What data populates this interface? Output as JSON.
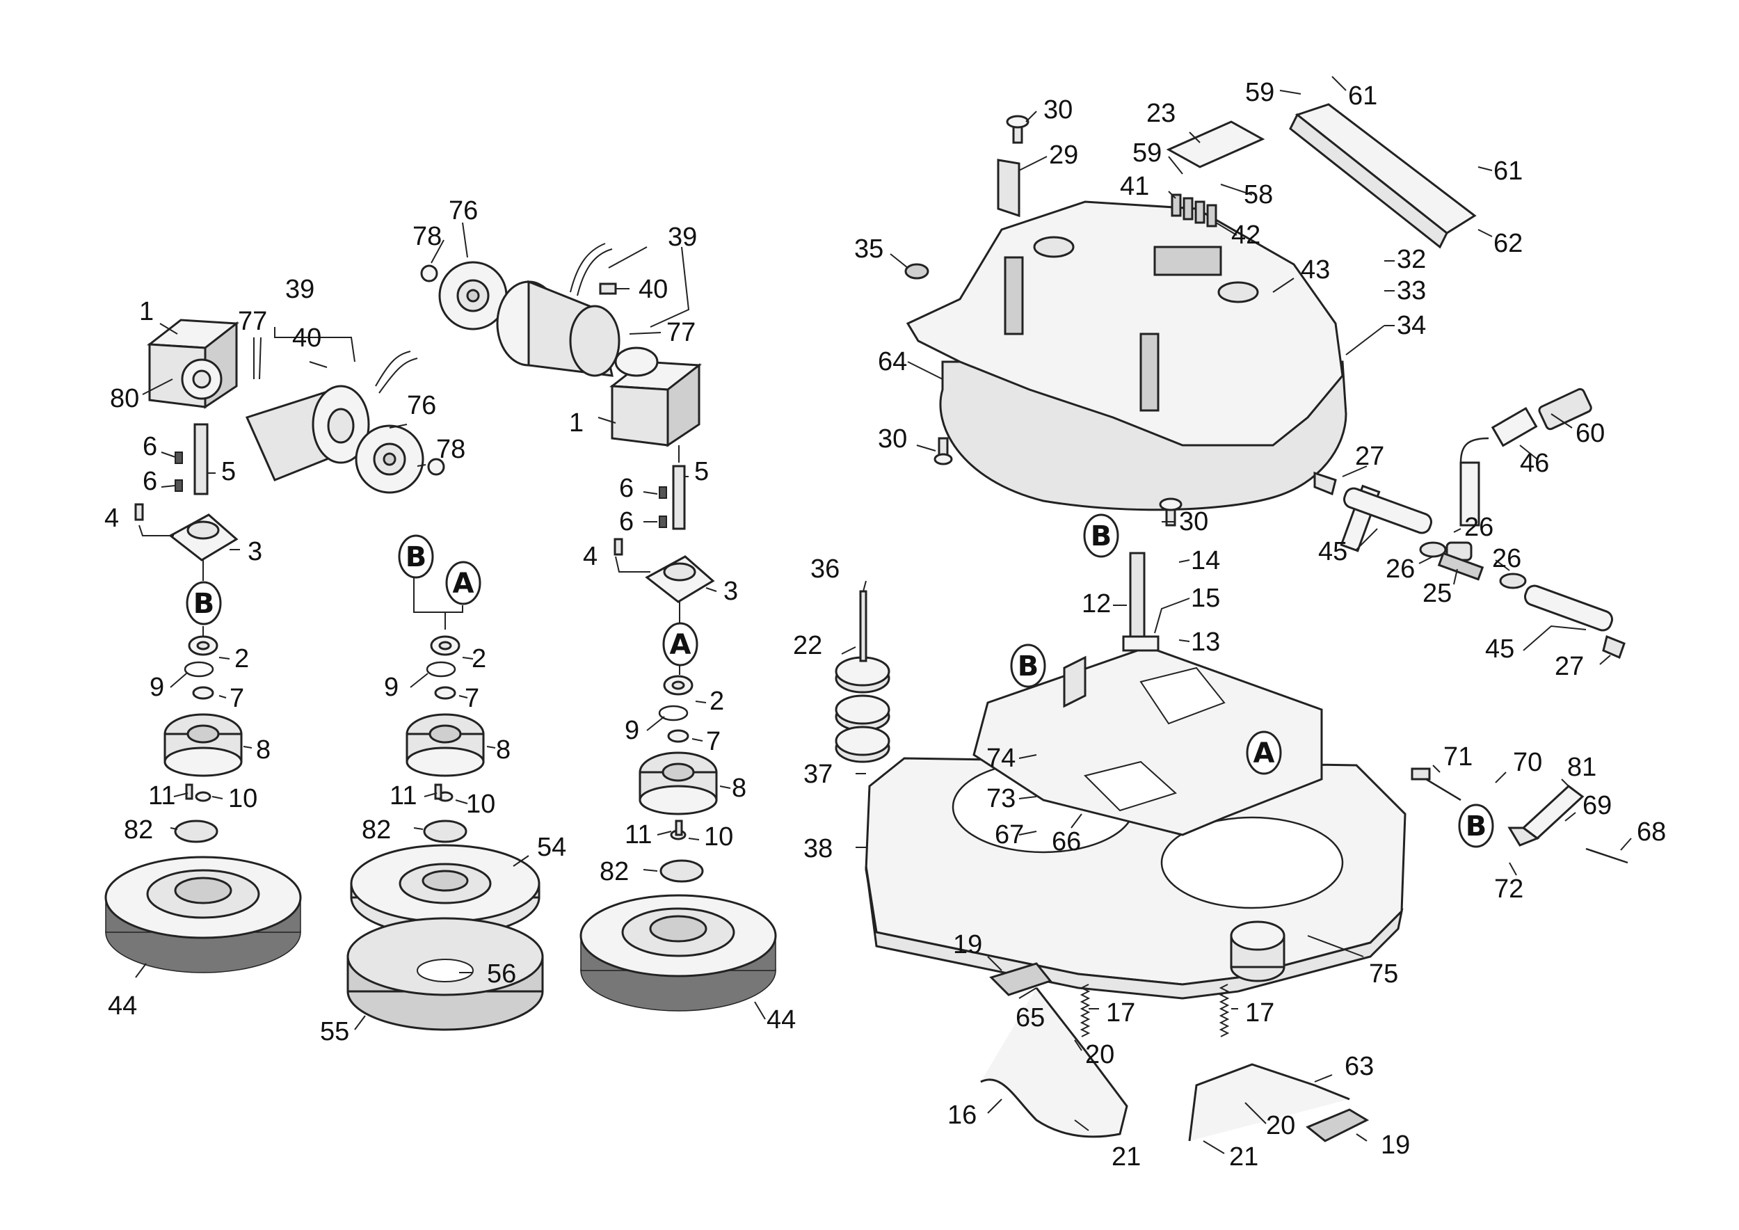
{
  "labels": {
    "l1a": "1",
    "l80": "80",
    "l77a": "77",
    "l39a": "39",
    "l40a": "40",
    "l76a": "76",
    "l78a": "78",
    "l6a": "6",
    "l5a": "5",
    "l6b": "6",
    "l4a": "4",
    "l3a": "3",
    "l2a": "2",
    "l9a": "9",
    "l7a": "7",
    "l8a": "8",
    "l11a": "11",
    "l10a": "10",
    "l82a": "82",
    "l44a": "44",
    "l78b": "78",
    "l76b": "76",
    "l39b": "39",
    "l40b": "40",
    "l77b": "77",
    "l1b": "1",
    "l5b": "5",
    "l6c": "6",
    "l6d": "6",
    "l4b": "4",
    "l3b": "3",
    "l2b": "2",
    "l9b": "9",
    "l7b": "7",
    "l8b": "8",
    "l11b": "11",
    "l10b": "10",
    "l82b": "82",
    "l44b": "44",
    "l2c": "2",
    "l9c": "9",
    "l7c": "7",
    "l8c": "8",
    "l11c": "11",
    "l10c": "10",
    "l82c": "82",
    "l54": "54",
    "l56": "56",
    "l55": "55",
    "l30a": "30",
    "l29": "29",
    "l35": "35",
    "l64": "64",
    "l30b": "30",
    "l30c": "30",
    "l23": "23",
    "l59a": "59",
    "l41": "41",
    "l58": "58",
    "l42": "42",
    "l43": "43",
    "l59b": "59",
    "l61a": "61",
    "l61b": "61",
    "l62": "62",
    "l32": "32",
    "l33": "33",
    "l34": "34",
    "l60": "60",
    "l46": "46",
    "l27a": "27",
    "l26a": "26",
    "l26b": "26",
    "l26c": "26",
    "l45a": "45",
    "l25": "25",
    "l45b": "45",
    "l27b": "27",
    "l36": "36",
    "l22": "22",
    "l37": "37",
    "l38": "38",
    "l12": "12",
    "l14": "14",
    "l15": "15",
    "l13": "13",
    "l74": "74",
    "l73": "73",
    "l67": "67",
    "l66": "66",
    "l71": "71",
    "l70": "70",
    "l81": "81",
    "l69": "69",
    "l68": "68",
    "l72": "72",
    "l75": "75",
    "l19a": "19",
    "l65": "65",
    "l17a": "17",
    "l20a": "20",
    "l16": "16",
    "l21a": "21",
    "l17b": "17",
    "l63": "63",
    "l20b": "20",
    "l19b": "19",
    "l21b": "21"
  },
  "badges": {
    "b_b1": "B",
    "b_b2": "B",
    "b_a2": "A",
    "b_a1": "A",
    "b_b3": "B",
    "b_b4": "B",
    "b_a3": "A",
    "b_b5": "B"
  }
}
